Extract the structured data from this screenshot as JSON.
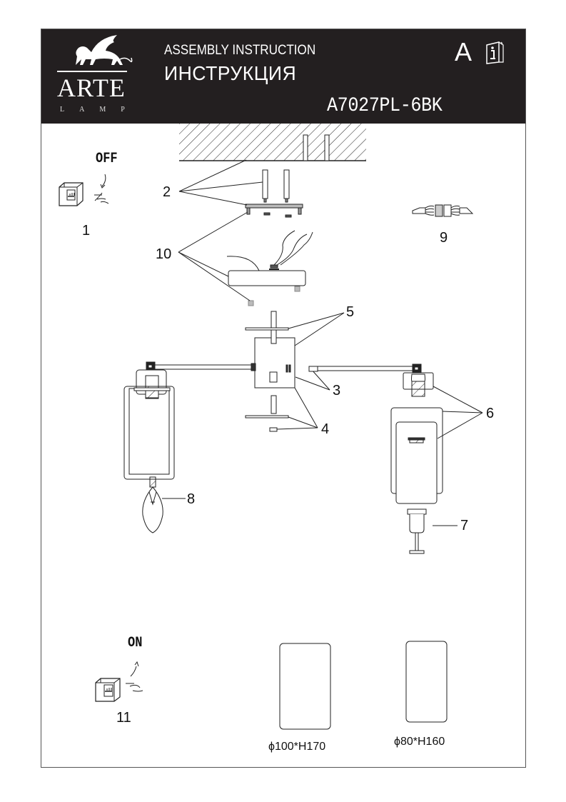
{
  "header": {
    "brand": "ARTE",
    "brand_sub": "LAMP",
    "title_en": "ASSEMBLY INSTRUCTION",
    "title_ru": "ИНСТРУКЦИЯ",
    "model": "A7027PL-6BK",
    "doc_letter": "A",
    "info_icon": "info-book-icon"
  },
  "steps": {
    "switch_off": {
      "number": "1",
      "state": "OFF"
    },
    "switch_on": {
      "number": "11",
      "state": "ON"
    }
  },
  "callouts": [
    {
      "number": "2",
      "part": "mounting-screws-and-bracket"
    },
    {
      "number": "3",
      "part": "arm-connectors"
    },
    {
      "number": "4",
      "part": "bottom-fixing-plate"
    },
    {
      "number": "5",
      "part": "hub-top-plate"
    },
    {
      "number": "6",
      "part": "lampholder-and-shade"
    },
    {
      "number": "7",
      "part": "shade-fixing-nut"
    },
    {
      "number": "8",
      "part": "bulb"
    },
    {
      "number": "9",
      "part": "terminal-block"
    },
    {
      "number": "10",
      "part": "canopy-and-screws"
    }
  ],
  "shades": [
    {
      "size": "ϕ100*H170"
    },
    {
      "size": "ϕ80*H160"
    }
  ],
  "colors": {
    "header_bg": "#231f20",
    "line": "#222222"
  }
}
